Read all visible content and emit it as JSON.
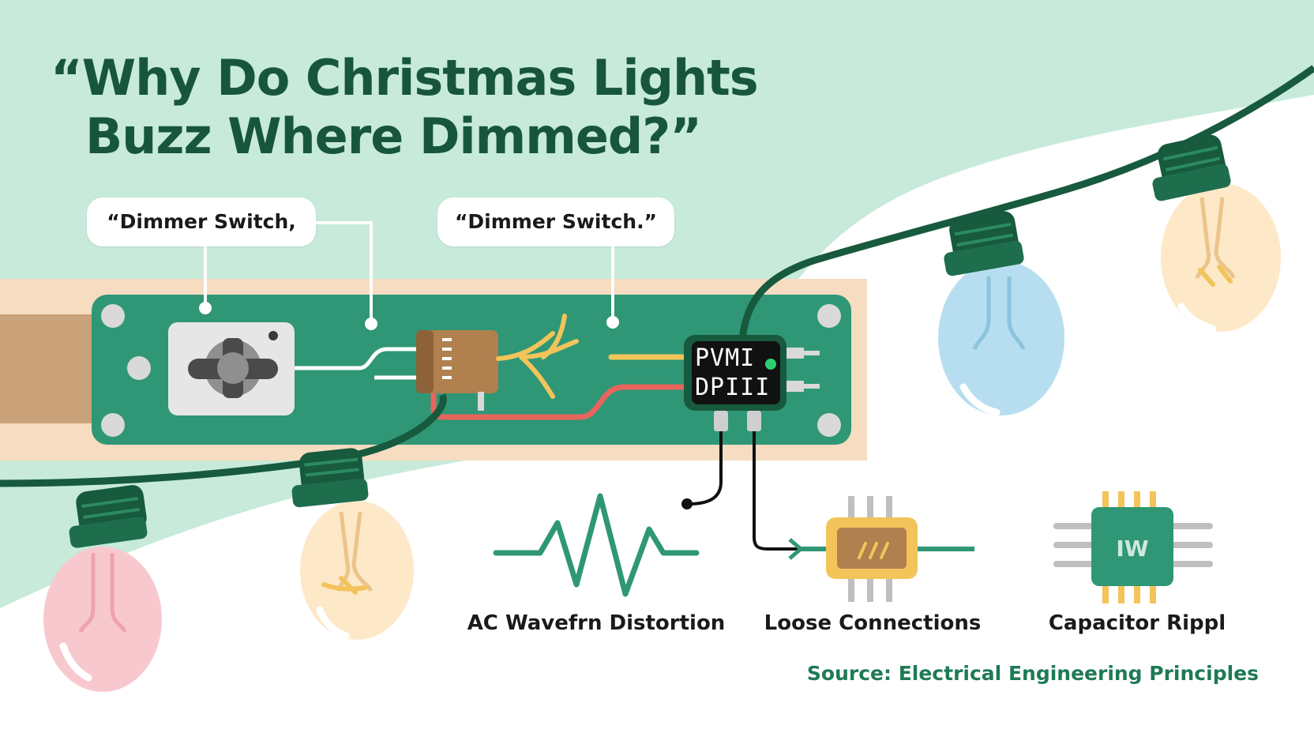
{
  "title": {
    "line1": "“Why Do Christmas Lights",
    "line2": "Buzz Where Dimmed?”"
  },
  "callouts": {
    "left": "“Dimmer Switch,",
    "right": "“Dimmer Switch.”"
  },
  "controller_chip": {
    "line1": "PVMI",
    "line2": "DPIII"
  },
  "causes": [
    {
      "label": "AC Wavefrn Distortion",
      "icon": "waveform-icon"
    },
    {
      "label": "Loose Connections",
      "icon": "resistor-connector-icon"
    },
    {
      "label": "Capacitor Rippl",
      "icon": "microchip-icon",
      "chip_text": "IW"
    }
  ],
  "source": "Source: Electrical Engineering Principles",
  "colors": {
    "title": "#17563b",
    "background_mint": "#c7eadb",
    "circuit_board": "#2f9776",
    "wire": "#175a3e",
    "accent_red": "#e8655e",
    "accent_yellow": "#f2c45a",
    "bulb_pink": "#f7c9cf",
    "bulb_blue": "#b6def0",
    "bulb_cream": "#fde8c8",
    "source_text": "#1e7a55"
  }
}
